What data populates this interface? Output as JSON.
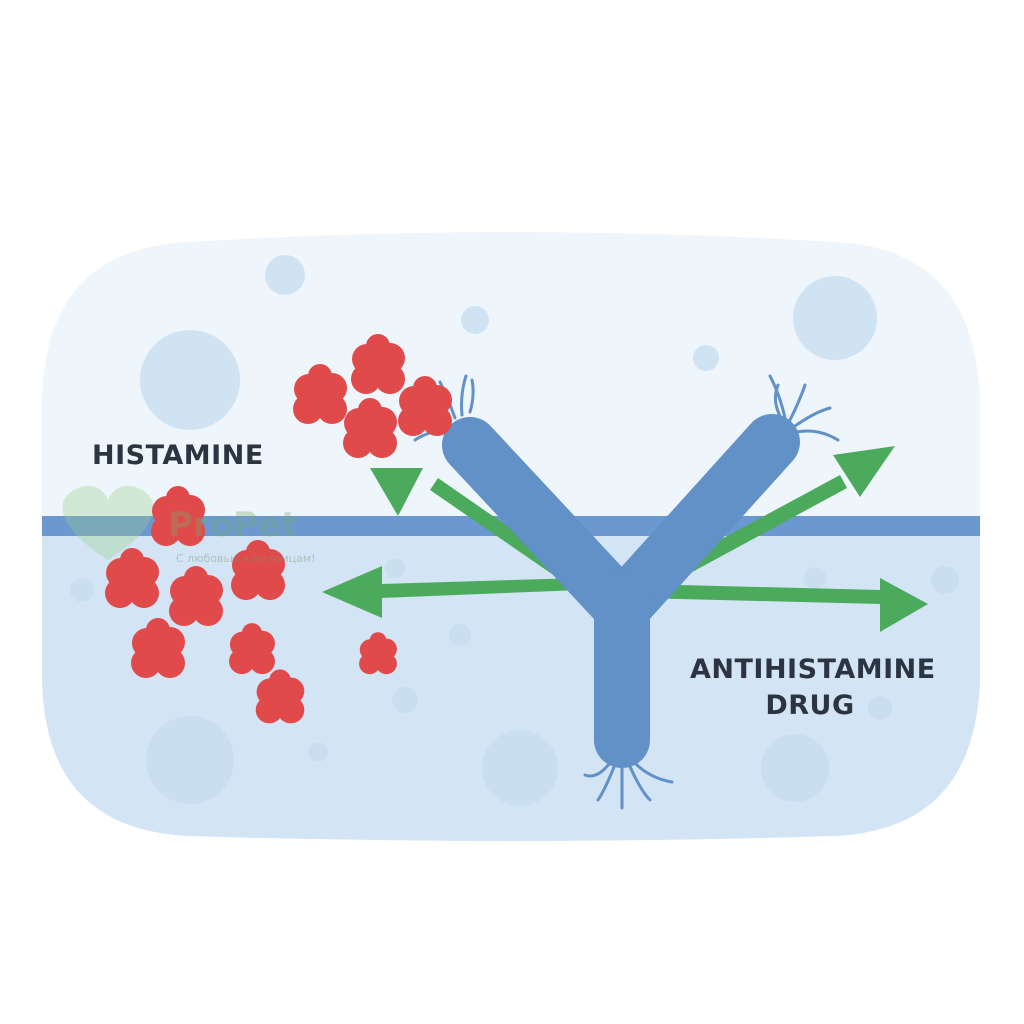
{
  "labels": {
    "histamine": "HISTAMINE",
    "antihistamine_line1": "ANTIHISTAMINE",
    "antihistamine_line2": "DRUG"
  },
  "watermark": {
    "brand": "ProPet",
    "tagline": "С любовью к питомцам!"
  },
  "colors": {
    "histamine": "#e04a4a",
    "receptor": "#6191c6",
    "arrow": "#4caa5c",
    "membrane": "#6a98cf",
    "extracellular": "#eef6fc",
    "intracellular": "#d3e5f5"
  }
}
